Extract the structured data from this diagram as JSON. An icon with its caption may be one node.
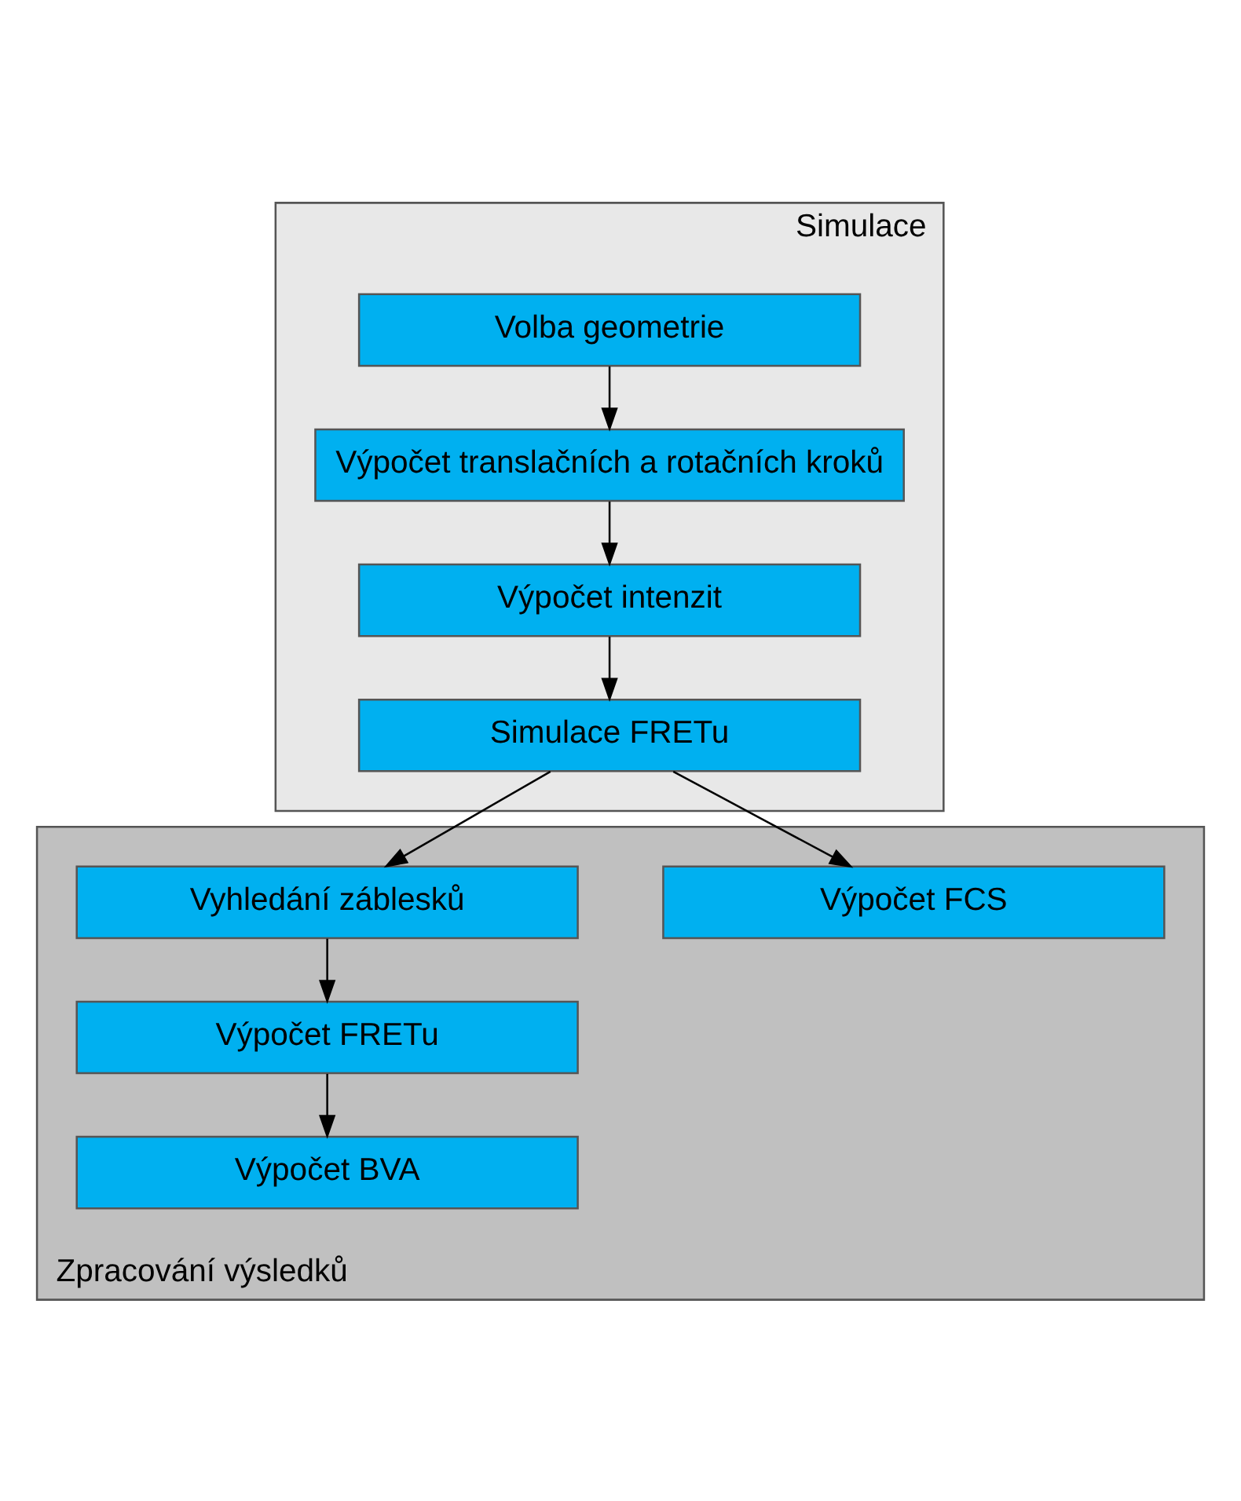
{
  "diagram": {
    "nodes": [
      {
        "text": [
          "Simulace"
        ]
      },
      {
        "text": [
          "Volba geometrie"
        ],
        "in": 0
      },
      {
        "text": [
          "Výpočet translačních a rotačních kroků"
        ],
        "in": 0
      },
      {
        "text": [
          "Výpočet intenzit"
        ],
        "in": 0
      },
      {
        "text": [
          "Simulace FRETu"
        ],
        "in": 0
      },
      {
        "text": [
          "Zpracování výsledků"
        ]
      },
      {
        "text": [
          "Výpočet FCS"
        ],
        "in": 5
      },
      {
        "text": [
          "Vyhledání záblesků"
        ],
        "in": 5
      },
      {
        "text": [
          "Výpočet FRETu"
        ],
        "in": 5
      },
      {
        "text": [
          "Výpočet BVA"
        ],
        "in": 5
      }
    ],
    "edges": [
      {
        "from": 1,
        "to": 2,
        "arrow": "to"
      },
      {
        "from": 2,
        "to": 3,
        "arrow": "to"
      },
      {
        "from": 3,
        "to": 4,
        "arrow": "to"
      },
      {
        "from": 4,
        "to": 6,
        "arrow": "to"
      },
      {
        "from": 4,
        "to": 7,
        "arrow": "to"
      },
      {
        "from": 7,
        "to": 8,
        "arrow": "to"
      },
      {
        "from": 8,
        "to": 9,
        "arrow": "to"
      }
    ]
  }
}
